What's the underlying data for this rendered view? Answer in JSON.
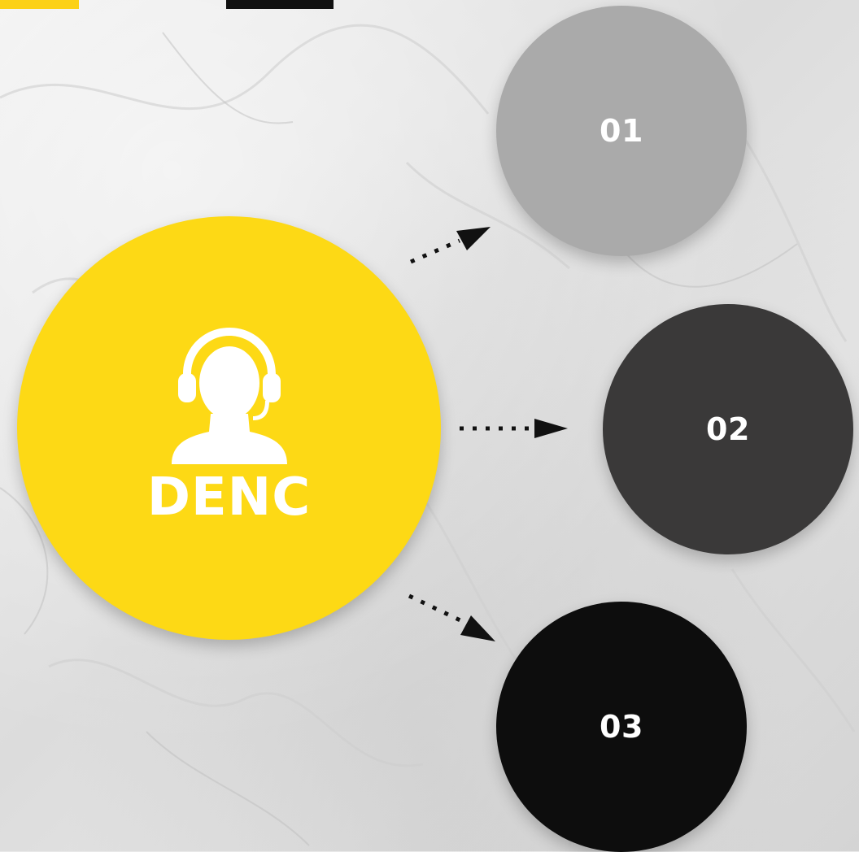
{
  "center": {
    "label": "DENC",
    "icon": "customer-support-agent-icon",
    "color": "#fdd915"
  },
  "nodes": [
    {
      "label": "01",
      "color": "#aaaaaa"
    },
    {
      "label": "02",
      "color": "#3a3939"
    },
    {
      "label": "03",
      "color": "#0d0d0d"
    }
  ],
  "accents": {
    "yellow": "#fcd116",
    "black": "#111111"
  }
}
